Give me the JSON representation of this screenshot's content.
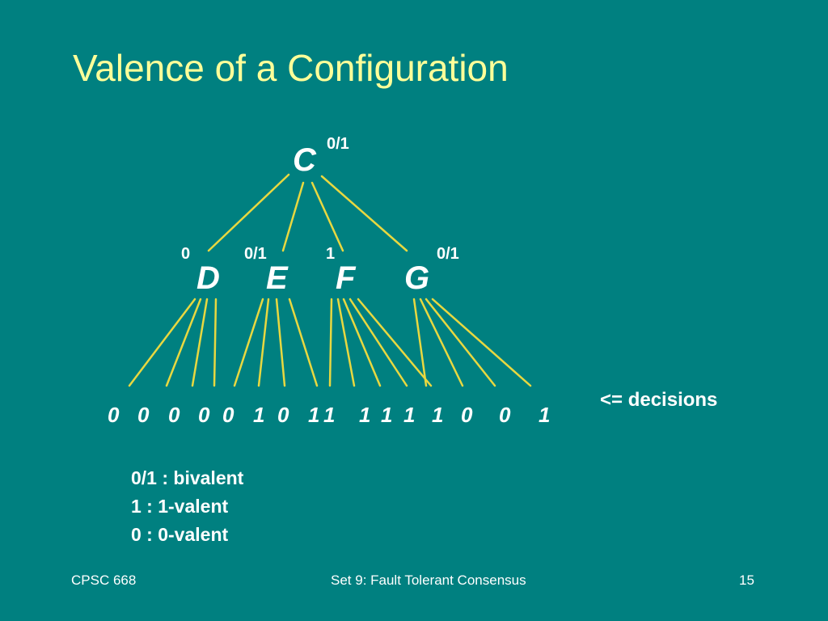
{
  "title": "Valence of a Configuration",
  "root": {
    "label": "C",
    "valence": "0/1"
  },
  "children": [
    {
      "label": "D",
      "valence": "0"
    },
    {
      "label": "E",
      "valence": "0/1"
    },
    {
      "label": "F",
      "valence": "1"
    },
    {
      "label": "G",
      "valence": "0/1"
    }
  ],
  "decisions": [
    "0",
    "0",
    "0",
    "0",
    "0",
    "1",
    "0",
    "1",
    "1",
    "1",
    "1",
    "1",
    "1",
    "0",
    "0",
    "1"
  ],
  "decisions_label": "<= decisions",
  "legend": [
    "0/1 : bivalent",
    "1 : 1-valent",
    "0 : 0-valent"
  ],
  "footer": {
    "left": "CPSC 668",
    "center": "Set 9:  Fault Tolerant Consensus",
    "right": "15"
  },
  "colors": {
    "background": "#008080",
    "title": "#ffff99",
    "text": "#ffffff",
    "lines": "#e8d840"
  }
}
